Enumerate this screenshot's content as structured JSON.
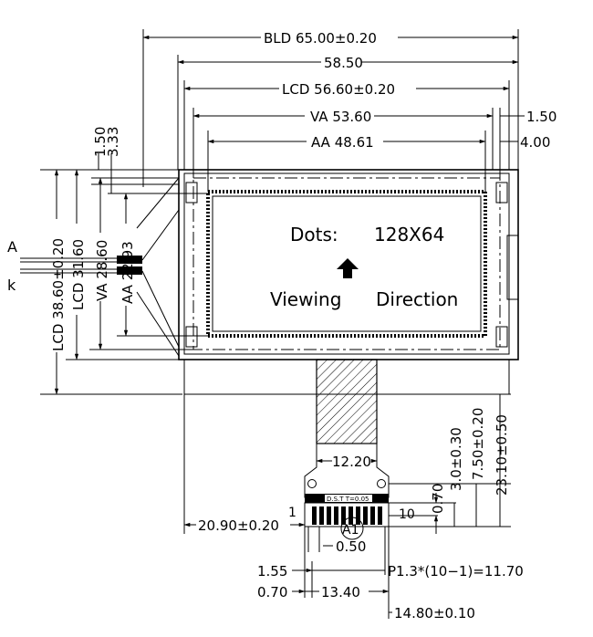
{
  "dimensions": {
    "bld": "BLD  65.00±0.20",
    "outline_w": "58.50",
    "lcd_w": "LCD  56.60±0.20",
    "va_w": "VA  53.60",
    "aa_w": "AA  48.61",
    "right_1": "1.50",
    "right_2": "4.00",
    "top_1": "1.50",
    "top_2": "3.33",
    "lcd_h": "LCD  38.60±0.20",
    "lcd_h2": "LCD  31.60",
    "va_h": "VA  28.60",
    "aa_h": "AA  22.93",
    "fpc_w": "12.20",
    "fpc_pos": "20.90±0.20",
    "pitch": "0.50",
    "pin_calc": "P1.3*(10−1)=11.70",
    "pin_edge": "1.55",
    "pin_span": "13.40",
    "pin_offset": "0.70",
    "fpc_total": "14.80±0.10",
    "fpc_h1": "0.70",
    "fpc_h2": "3.0±0.30",
    "fpc_h3": "7.50±0.20",
    "fpc_h4": "23.10±0.50"
  },
  "labels": {
    "anode": "A",
    "cathode": "k",
    "dots_label": "Dots:",
    "dots_value": "128X64",
    "viewing": "Viewing",
    "direction": "Direction",
    "pin_first": "1",
    "pin_last": "10",
    "detail": "A1",
    "fpc_stamp": "D.S.T  T=0.05"
  }
}
